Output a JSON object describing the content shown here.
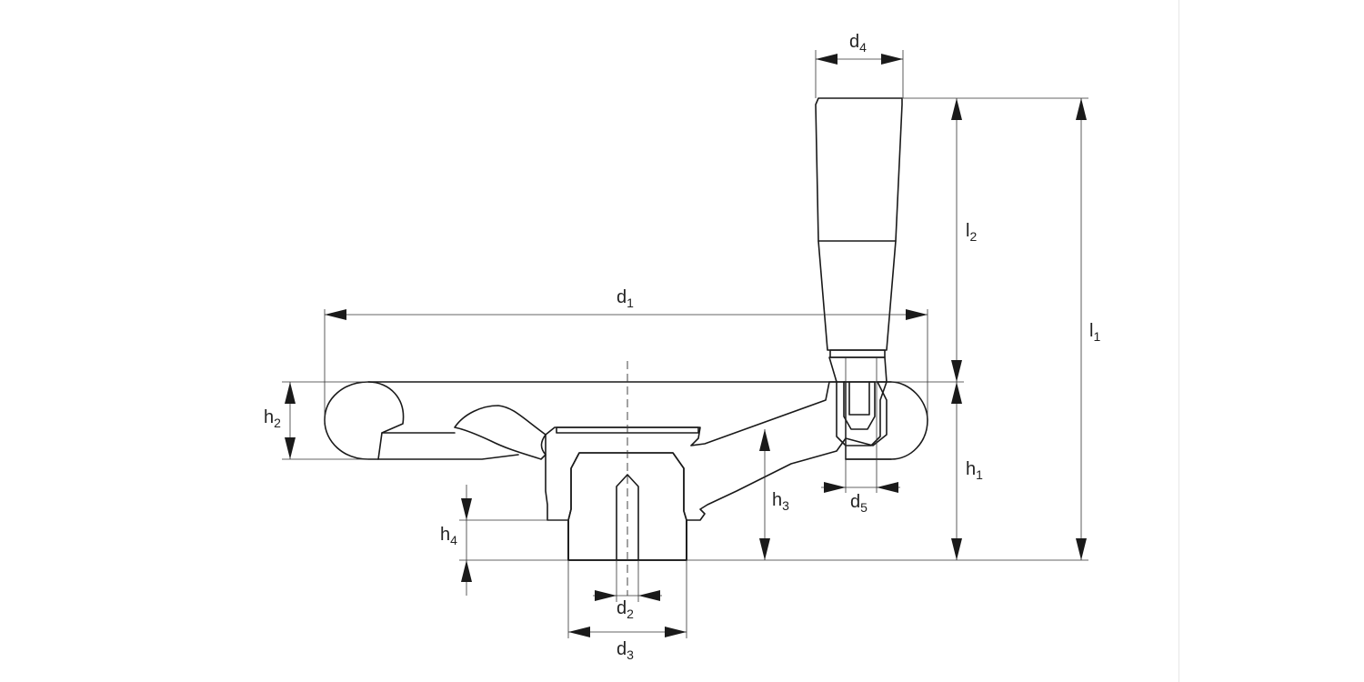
{
  "labels": {
    "d1": {
      "base": "d",
      "sub": "1"
    },
    "d2": {
      "base": "d",
      "sub": "2"
    },
    "d3": {
      "base": "d",
      "sub": "3"
    },
    "d4": {
      "base": "d",
      "sub": "4"
    },
    "d5": {
      "base": "d",
      "sub": "5"
    },
    "h1": {
      "base": "h",
      "sub": "1"
    },
    "h2": {
      "base": "h",
      "sub": "2"
    },
    "h3": {
      "base": "h",
      "sub": "3"
    },
    "h4": {
      "base": "h",
      "sub": "4"
    },
    "l1": {
      "base": "l",
      "sub": "1"
    },
    "l2": {
      "base": "l",
      "sub": "2"
    }
  }
}
